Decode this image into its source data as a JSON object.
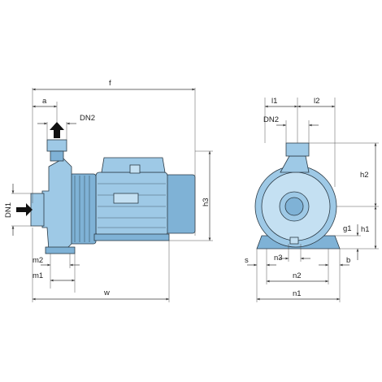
{
  "labels": {
    "f": "f",
    "a": "a",
    "DN2_side": "DN2",
    "DN1": "DN1",
    "h3": "h3",
    "m2": "m2",
    "m1": "m1",
    "w": "w",
    "l1": "l1",
    "l2": "l2",
    "DN2_front": "DN2",
    "h2": "h2",
    "h1": "h1",
    "g1": "g1",
    "s": "s",
    "n3": "n3",
    "b": "b",
    "n2": "n2",
    "n1": "n1"
  },
  "colors": {
    "pump_body": "#9ec9e6",
    "pump_shadow": "#7fb2d6",
    "pump_highlight": "#c4e0f2",
    "outline": "#2b3a45",
    "dimension_line": "#3a3a3a"
  },
  "icons": {
    "inlet_arrow": "arrow-right-icon",
    "outlet_arrow": "arrow-up-icon"
  }
}
